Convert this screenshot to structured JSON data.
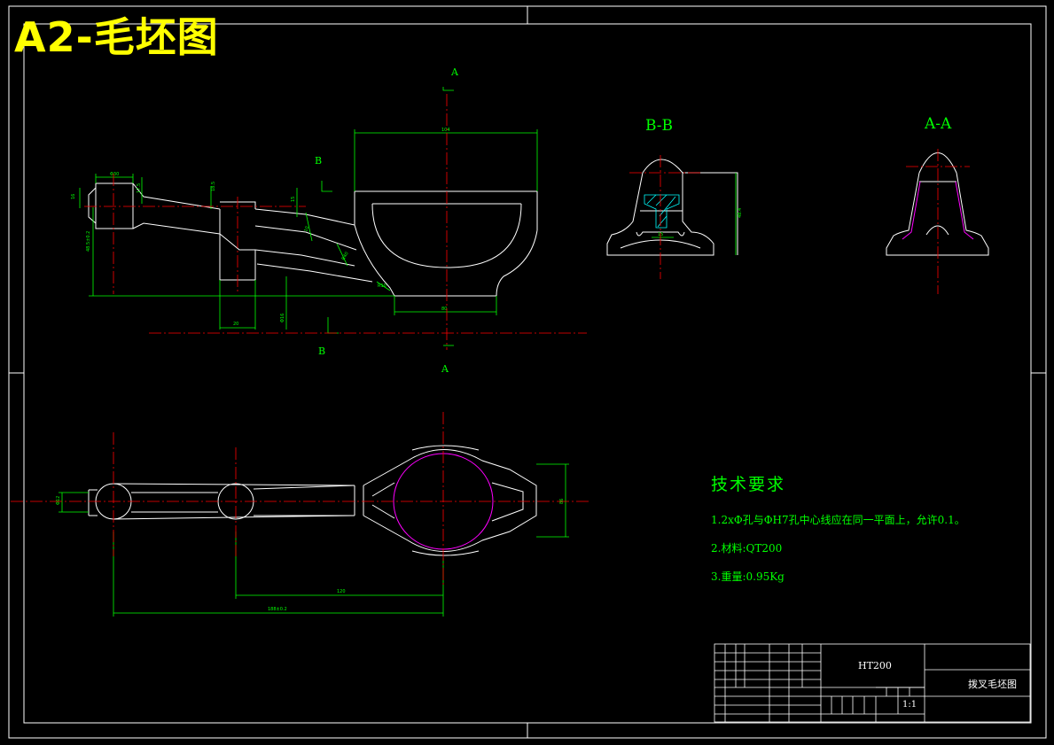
{
  "sheet": {
    "title": "A2-毛坯图"
  },
  "views": {
    "section_bb_label": "B-B",
    "section_aa_label": "A-A",
    "cut_plane_a": "A",
    "cut_plane_b": "B"
  },
  "technical_requirements": {
    "heading": "技术要求",
    "items": [
      "1.2xΦ孔与ΦH7孔中心线应在同一平面上，允许0.1。",
      "2.材料:QT200",
      "3.重量:0.95Kg"
    ]
  },
  "title_block": {
    "material": "HT200",
    "part_name": "拨叉毛坯图",
    "scale": "1:1"
  },
  "colors": {
    "background": "#000000",
    "outline": "#ffffff",
    "dimension": "#00ff00",
    "centerline": "#ff0000",
    "hidden_arc": "#ff00ff",
    "title": "#ffff00"
  }
}
